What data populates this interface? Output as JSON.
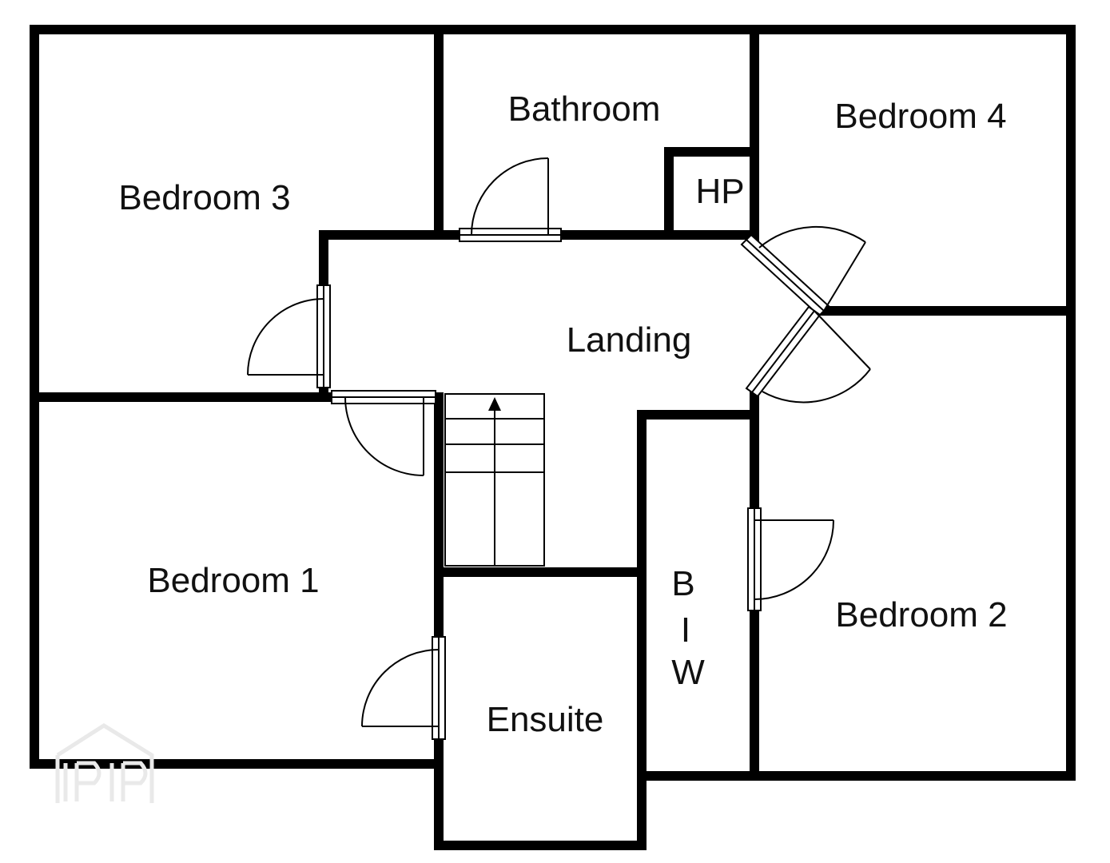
{
  "rooms": {
    "bedroom3": "Bedroom 3",
    "bathroom": "Bathroom",
    "bedroom4": "Bedroom 4",
    "hp": "HP",
    "landing": "Landing",
    "bedroom1": "Bedroom 1",
    "bedroom2": "Bedroom 2",
    "ensuite": "Ensuite",
    "biw_b": "B",
    "biw_i": "I",
    "biw_w": "W"
  },
  "watermark": {
    "mark": "watermark-logo"
  }
}
